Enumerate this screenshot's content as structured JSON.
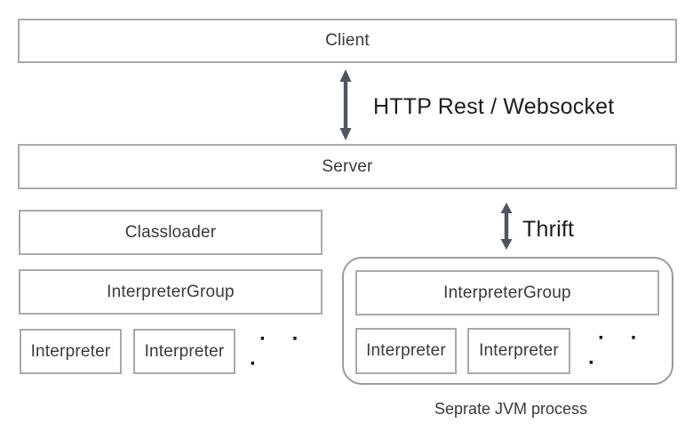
{
  "nodes": {
    "client": "Client",
    "server": "Server",
    "classloader": "Classloader",
    "interpreter_group_local": "InterpreterGroup",
    "interpreter_group_remote": "InterpreterGroup",
    "interpreters_local": [
      "Interpreter",
      "Interpreter"
    ],
    "interpreters_remote": [
      "Interpreter",
      "Interpreter"
    ],
    "ellipsis": "· · ·"
  },
  "links": {
    "client_server": "HTTP Rest / Websocket",
    "server_remote": "Thrift"
  },
  "captions": {
    "remote_container": "Seprate JVM process"
  },
  "colors": {
    "box_border": "#a9a9a9",
    "container_border": "#9b9b9b",
    "arrow": "#4e555e",
    "node_text": "#3a3a3a",
    "link_text": "#1c1c1c",
    "background": "#ffffff"
  }
}
